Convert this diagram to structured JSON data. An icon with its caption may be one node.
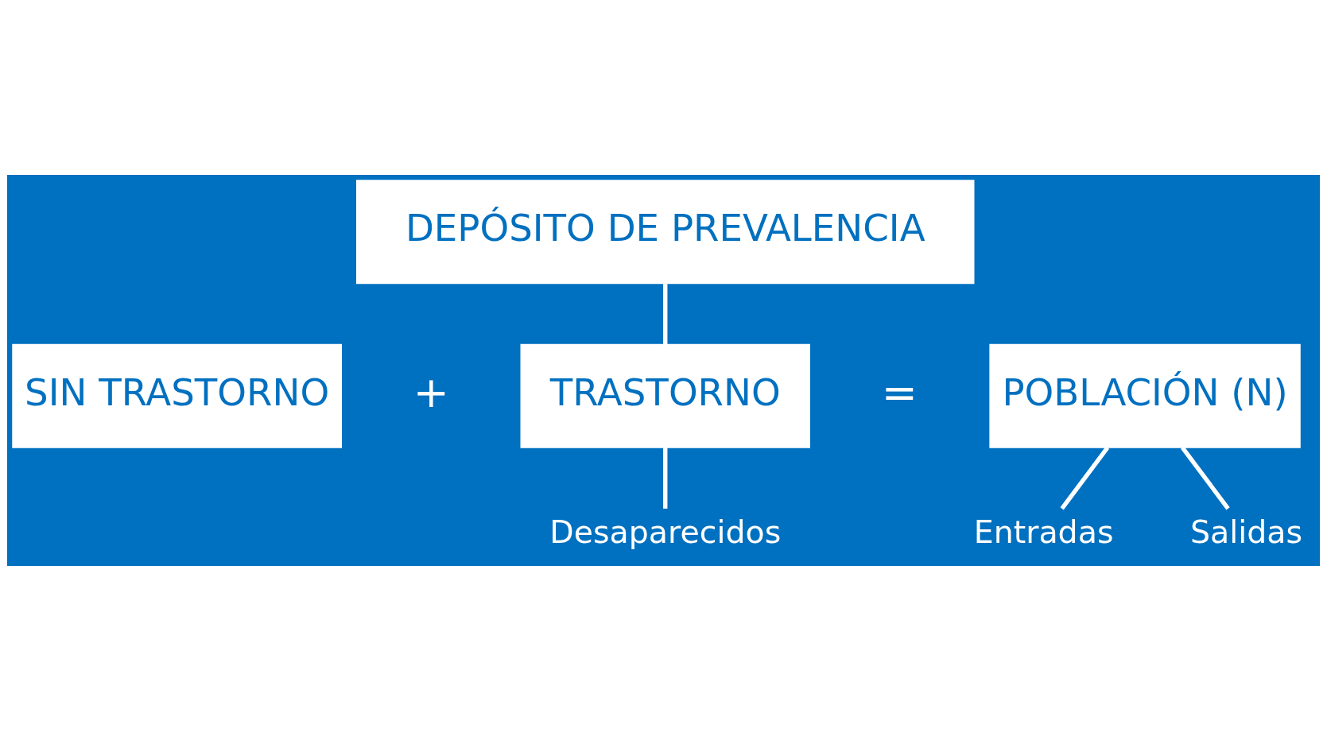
{
  "diagram": {
    "nodes": [
      {
        "text": [
          "DEPÓSITO DE PREVALENCIA"
        ]
      },
      {
        "text": [
          "SIN TRASTORNO"
        ]
      },
      {
        "text": [
          "TRASTORNO"
        ]
      },
      {
        "text": [
          "POBLACIÓN (N)"
        ]
      },
      {
        "text": [
          "Desaparecidos"
        ]
      },
      {
        "text": [
          "Entradas"
        ]
      },
      {
        "text": [
          "Salidas"
        ]
      }
    ],
    "edges": [
      {
        "from": 0,
        "to": 2,
        "arrow": "none"
      },
      {
        "from": 2,
        "to": 4,
        "arrow": "none"
      },
      {
        "from": 3,
        "to": 5,
        "arrow": "none"
      },
      {
        "from": 3,
        "to": 6,
        "arrow": "none"
      }
    ],
    "labels": [
      "+",
      "="
    ]
  }
}
